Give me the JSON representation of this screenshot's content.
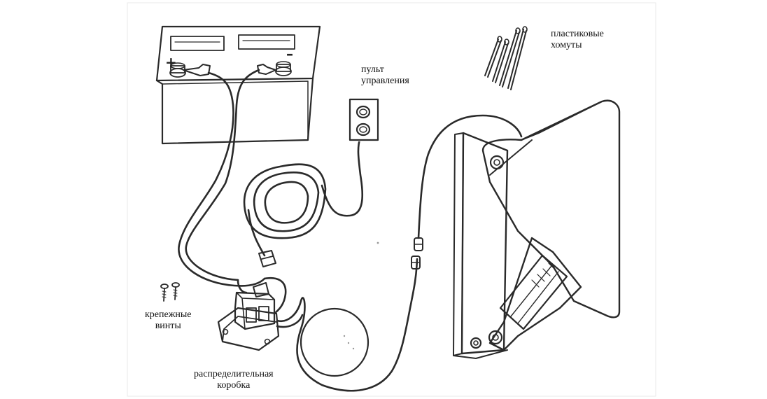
{
  "labels": {
    "remote_control": [
      "пульт",
      "управления"
    ],
    "plastic_ties": [
      "пластиковые",
      "хомуты"
    ],
    "mounting_screws": [
      "крепежные",
      "винты"
    ],
    "junction_box": [
      "распределительная",
      "коробка"
    ]
  },
  "battery": {
    "plus_sign": "+",
    "minus_sign": "–"
  }
}
